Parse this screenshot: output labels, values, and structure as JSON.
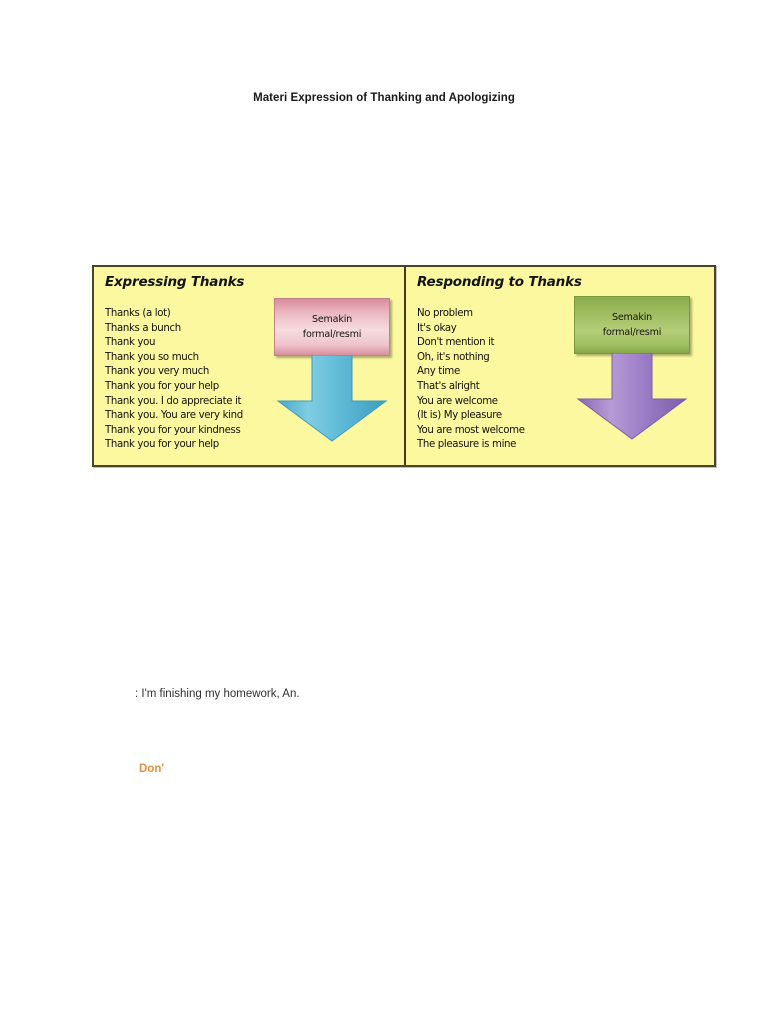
{
  "document": {
    "title": "Materi Expression of Thanking and Apologizing"
  },
  "table": {
    "columns": [
      {
        "heading": "Expressing Thanks",
        "phrases": [
          "Thanks (a lot)",
          "Thanks a bunch",
          "Thank you",
          "Thank you so much",
          "Thank you very much",
          "Thank you for your help",
          "Thank you. I do appreciate it",
          "Thank you. You are very kind",
          "Thank you for your kindness",
          "Thank you for your help"
        ],
        "callout": {
          "line1": "Semakin",
          "line2": "formal/resmi",
          "box_color": "#eab7c0",
          "arrow_color": "#5bb6d4"
        }
      },
      {
        "heading": "Responding to Thanks",
        "phrases": [
          "No problem",
          "It's okay",
          "Don't mention it",
          "Oh, it's nothing",
          "Any time",
          "That's alright",
          "You are welcome",
          "(It is) My pleasure",
          "You are most welcome",
          "The pleasure is mine"
        ],
        "callout": {
          "line1": "Semakin",
          "line2": "formal/resmi",
          "box_color": "#a2c263",
          "arrow_color": "#9c7bc4"
        }
      }
    ],
    "cell_background": "#fbf89f",
    "border_color": "#4a4428"
  },
  "body": {
    "homework_line": ": I'm finishing my homework, An.",
    "dont_text": "Don'",
    "dont_color": "#ef8b3e"
  }
}
